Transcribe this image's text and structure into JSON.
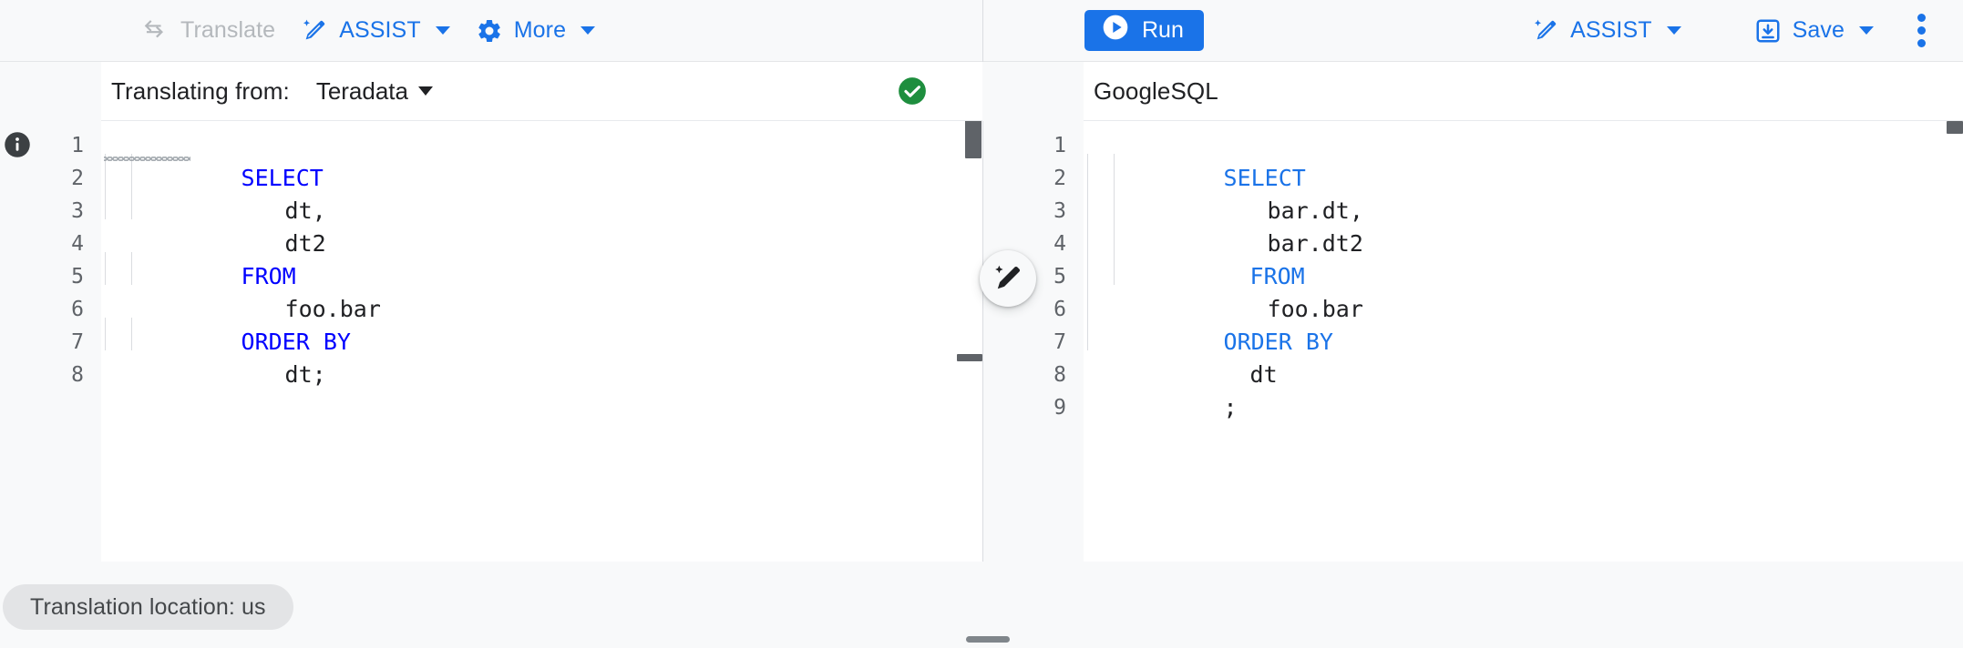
{
  "toolbar": {
    "left": [
      {
        "name": "translate",
        "label": "Translate",
        "icon": "translate-swap-icon",
        "disabled": true,
        "caret": false
      },
      {
        "name": "assist",
        "label": "ASSIST",
        "icon": "magic-wand-icon",
        "disabled": false,
        "caret": true
      },
      {
        "name": "more",
        "label": "More",
        "icon": "gear-icon",
        "disabled": false,
        "caret": true
      }
    ],
    "run_label": "Run",
    "right": [
      {
        "name": "assist",
        "label": "ASSIST",
        "icon": "magic-wand-icon",
        "caret": true
      },
      {
        "name": "save",
        "label": "Save",
        "icon": "save-download-icon",
        "caret": true
      }
    ],
    "overflow_icon": "kebab-menu-icon"
  },
  "source_panel": {
    "label": "Translating from:",
    "dialect": "Teradata",
    "status_icon": "check-circle-icon",
    "status_color": "#1e8e3e",
    "gutter_icon": "info-icon",
    "line_numbers": [
      "1",
      "2",
      "3",
      "4",
      "5",
      "6",
      "7",
      "8"
    ],
    "code_lines": [
      {
        "indent": 0,
        "keyword": "SELECT",
        "rest": "",
        "squiggle": true
      },
      {
        "indent": 2,
        "keyword": "",
        "rest": "dt,"
      },
      {
        "indent": 2,
        "keyword": "",
        "rest": "dt2"
      },
      {
        "indent": 0,
        "keyword": "FROM",
        "rest": ""
      },
      {
        "indent": 2,
        "keyword": "",
        "rest": "foo.bar"
      },
      {
        "indent": 0,
        "keyword": "ORDER BY",
        "rest": ""
      },
      {
        "indent": 2,
        "keyword": "",
        "rest": "dt;"
      },
      {
        "indent": 0,
        "keyword": "",
        "rest": ""
      }
    ]
  },
  "target_panel": {
    "dialect": "GoogleSQL",
    "line_numbers": [
      "1",
      "2",
      "3",
      "4",
      "5",
      "6",
      "7",
      "8",
      "9"
    ],
    "code_lines": [
      {
        "indent": 0,
        "keyword": "SELECT",
        "rest": ""
      },
      {
        "indent": 2,
        "keyword": "",
        "rest": "bar.dt,"
      },
      {
        "indent": 2,
        "keyword": "",
        "rest": "bar.dt2"
      },
      {
        "indent": 1,
        "keyword": "FROM",
        "rest": ""
      },
      {
        "indent": 2,
        "keyword": "",
        "rest": "foo.bar"
      },
      {
        "indent": 0,
        "keyword": "ORDER BY",
        "rest": ""
      },
      {
        "indent": 1,
        "keyword": "",
        "rest": "dt"
      },
      {
        "indent": 0,
        "keyword": "",
        "rest": ";"
      },
      {
        "indent": 0,
        "keyword": "",
        "rest": ""
      }
    ]
  },
  "magic_button": {
    "icon": "magic-wand-icon"
  },
  "footer": {
    "location_chip": "Translation location: us"
  },
  "colors": {
    "accent": "#1a73e8",
    "keyword_source": "#0000ff",
    "keyword_target": "#1a73e8",
    "success": "#1e8e3e",
    "disabled": "#b4b8bc",
    "chip_bg": "#e3e4e6"
  }
}
